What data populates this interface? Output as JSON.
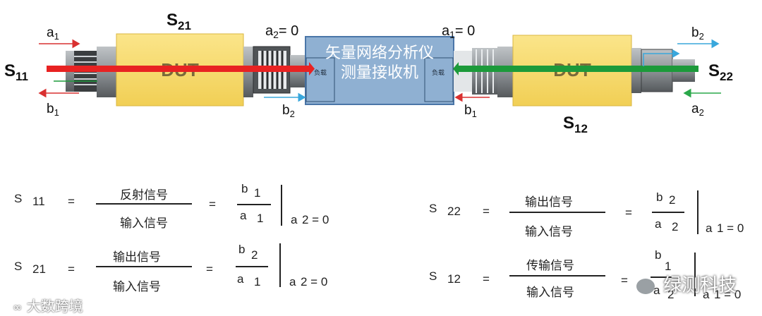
{
  "diagram": {
    "s11": "S11",
    "s21": "S21",
    "s22": "S22",
    "s12": "S12",
    "dut": "DUT",
    "a1": "a1",
    "b1": "b1",
    "a2": "a2",
    "b2": "b2",
    "a2_zero": "a2= 0",
    "a1_zero": "a1= 0",
    "vna_line1": "矢量网络分析仪",
    "vna_line2": "测量接收机",
    "load": "负载"
  },
  "equations": {
    "eq1": {
      "lhs_s": "S",
      "lhs_sub": "11",
      "eq": "=",
      "num": "反射信号",
      "den": "输入信号",
      "eq2": "=",
      "num_b": "b",
      "num_i": "1",
      "den_a": "a",
      "den_i": "1",
      "cond_a": "a",
      "cond_rest": "2 =  0"
    },
    "eq2": {
      "lhs_s": "S",
      "lhs_sub": "21",
      "eq": "=",
      "num": "输出信号",
      "den": "输入信号",
      "eq2": "=",
      "num_b": "b",
      "num_i": "2",
      "den_a": "a",
      "den_i": "1",
      "cond_a": "a",
      "cond_rest": "2 =  0"
    },
    "eq3": {
      "lhs_s": "S",
      "lhs_sub": "22",
      "eq": "=",
      "num": "输出信号",
      "den": "输入信号",
      "eq2": "=",
      "num_b": "b",
      "num_i": "2",
      "den_a": "a",
      "den_i": "2",
      "cond_a": "a",
      "cond_rest": "1 =  0"
    },
    "eq4": {
      "lhs_s": "S",
      "lhs_sub": "12",
      "eq": "=",
      "num": "传输信号",
      "den": "输入信号",
      "eq2": "=",
      "num_b": "b",
      "num_i": "1",
      "den_a": "a",
      "den_i": "2",
      "cond_a": "a",
      "cond_rest": "1 =  0"
    }
  },
  "watermarks": {
    "left": "大数跨境",
    "right": "绿测科技"
  },
  "colors": {
    "dut_fill": "#f7d96a",
    "vna_fill": "#8fb0d2",
    "red_beam": "#e82222",
    "green_beam": "#1c9a3a",
    "arrow_red": "#d93030",
    "arrow_blue": "#39a7dc",
    "arrow_green": "#2aa84a"
  }
}
